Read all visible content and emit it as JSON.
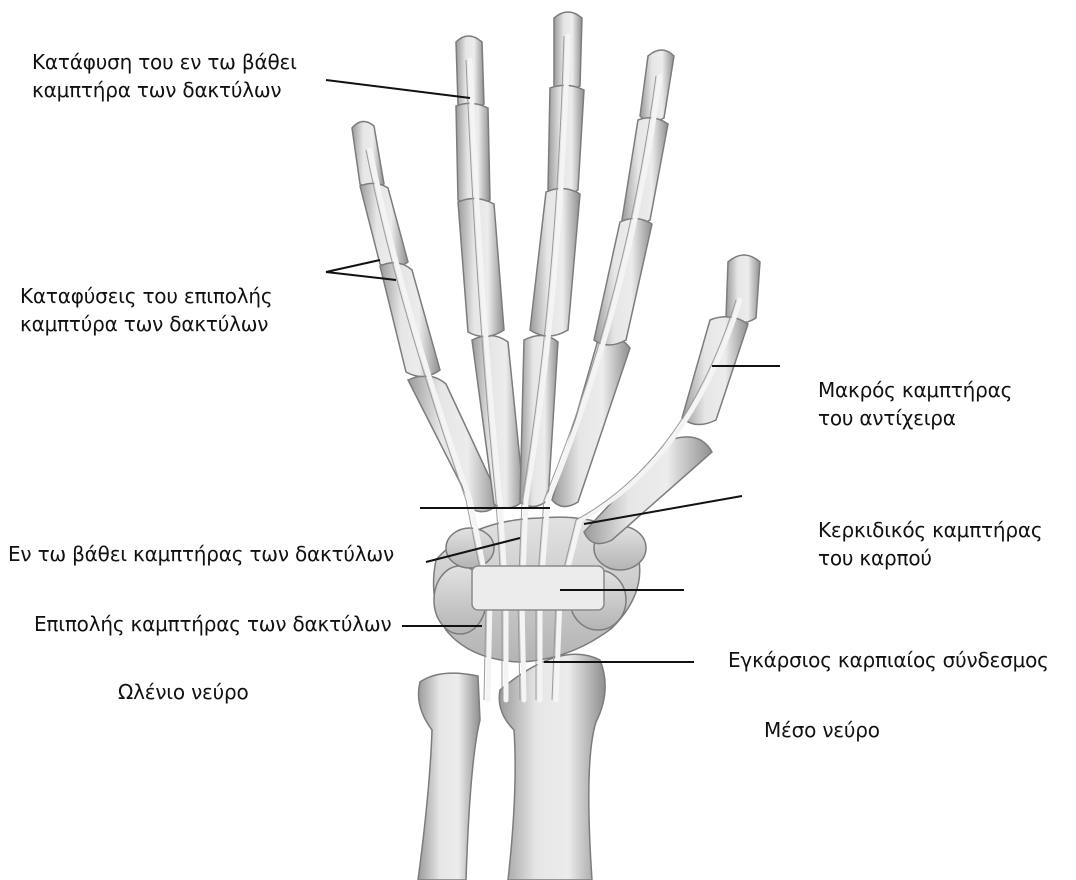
{
  "labels": {
    "fdp_insertion": [
      "Κατάφυση του εν τω βάθει",
      "καμπτήρα των δακτύλων"
    ],
    "fds_insertions": [
      "Καταφύσεις του επιπολής",
      "καμπτύρα των δακτύλων"
    ],
    "fpl": [
      "Μακρός καμπτήρας",
      "του αντίχειρα"
    ],
    "fdp": "Εν τω βάθει καμπτήρας των δακτύλων",
    "fcr": [
      "Κερκιδικός καμπτήρας",
      "του καρπού"
    ],
    "fds": "Επιπολής καμπτήρας των δακτύλων",
    "transverse_carpal_ligament": "Εγκάρσιος καρπιαίος σύνδεσμος",
    "ulnar_nerve": "Ωλένιο νεύρο",
    "median_nerve": "Μέσο νεύρο"
  },
  "colors": {
    "bone_fill": "#dcdcdc",
    "bone_stroke": "#8a8a8a",
    "tendon": "#f4f4f4",
    "leader_line": "#111111",
    "text": "#111111"
  }
}
